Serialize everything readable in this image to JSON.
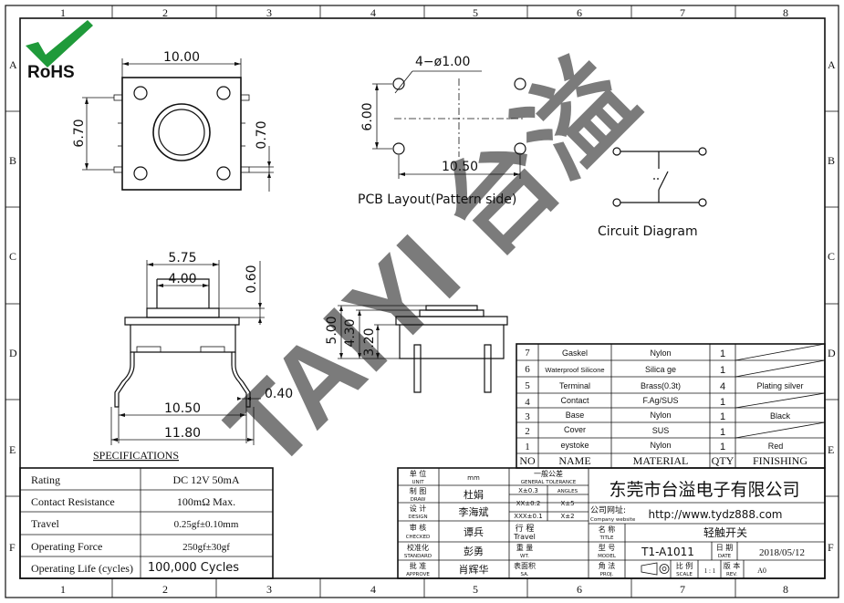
{
  "frame": {
    "columns": [
      "1",
      "2",
      "3",
      "4",
      "5",
      "6",
      "7",
      "8"
    ],
    "rows": [
      "A",
      "B",
      "C",
      "D",
      "E",
      "F"
    ]
  },
  "logo": {
    "text": "RoHS",
    "check_color": "#1f9a3a",
    "text_color": "#1f9a3a"
  },
  "watermark": {
    "text": "TAIYI 台溢",
    "color": "#9ec9ee"
  },
  "top_view": {
    "width": "10.00",
    "height": "6.70",
    "pin": "0.70"
  },
  "pcb_layout": {
    "holes": "4−ø1.00",
    "pitch_y": "6.00",
    "pitch_x": "10.50",
    "caption": "PCB Layout(Pattern side)"
  },
  "circuit": {
    "caption": "Circuit Diagram"
  },
  "front_view": {
    "cap_width": "5.75",
    "stem_width": "4.00",
    "stem_height": "0.60",
    "lead_span": "10.50",
    "overall": "11.80",
    "lead_thickness": "0.40"
  },
  "side_view": {
    "h_total": "5.00",
    "h_body": "4.30",
    "h_base": "3.20"
  },
  "specifications": {
    "heading": "SPECIFICATIONS",
    "rows": [
      {
        "label": "Rating",
        "value": "DC 12V 50mA"
      },
      {
        "label": "Contact Resistance",
        "value": "100mΩ Max."
      },
      {
        "label": "Travel",
        "value": "0.25gf±0.10mm"
      },
      {
        "label": "Operating Force",
        "value": "250gf±30gf"
      },
      {
        "label": "Operating Life (cycles)",
        "value": "100,000 Cycles"
      }
    ]
  },
  "bom": {
    "headers": {
      "no": "NO",
      "name": "NAME",
      "material": "MATERIAL",
      "qty": "QTY",
      "finishing": "FINISHING"
    },
    "rows": [
      {
        "no": "7",
        "name": "Gaskel",
        "material": "Nylon",
        "qty": "1",
        "finishing": ""
      },
      {
        "no": "6",
        "name": "Waterproof Silicone",
        "material": "Silica ge",
        "qty": "1",
        "finishing": ""
      },
      {
        "no": "5",
        "name": "Terminal",
        "material": "Brass(0.3t)",
        "qty": "4",
        "finishing": "Plating silver"
      },
      {
        "no": "4",
        "name": "Contact",
        "material": "F.Ag/SUS",
        "qty": "1",
        "finishing": ""
      },
      {
        "no": "3",
        "name": "Base",
        "material": "Nylon",
        "qty": "1",
        "finishing": "Black"
      },
      {
        "no": "2",
        "name": "Cover",
        "material": "SUS",
        "qty": "1",
        "finishing": ""
      },
      {
        "no": "1",
        "name": "eystoke",
        "material": "Nylon",
        "qty": "1",
        "finishing": "Red"
      }
    ]
  },
  "title_block": {
    "unit_label": "单 位",
    "unit_en": "UNIT",
    "unit_value": "mm",
    "draw_label": "制 图",
    "draw_en": "DRAW",
    "draw_value": "杜娟",
    "design_label": "设 计",
    "design_en": "DESIGN",
    "design_value": "李海斌",
    "checked_label": "审 核",
    "checked_en": "CHECKED",
    "checked_value": "谭兵",
    "standard_label": "校准化",
    "standard_en": "STANDARD",
    "standard_value": "彭勇",
    "approve_label": "批 准",
    "approve_en": "APPROVE",
    "approve_value": "肖辉华",
    "tolerance_label": "一般公差",
    "tolerance_en": "GENERAL TOLERANCE",
    "tol_col1": "X±0.3",
    "tol_col2": "ANGLES",
    "tol_r1": "XX±0.2",
    "tol_r1b": "X±5",
    "tol_r2": "XXX±0.1",
    "tol_r2b": "X±2",
    "travel_label": "行 程",
    "travel_value": "Travel",
    "weight_label": "重 量",
    "weight_en": "WT.",
    "surface_label": "表面积",
    "surface_en": "SA.",
    "company": "东莞市台溢电子有限公司",
    "website_label": "公司网址:",
    "website_en": "Company website",
    "website": "http://www.tydz888.com",
    "name_label": "名 称",
    "name_en": "TITLE",
    "name_value": "轻触开关",
    "model_label": "型 号",
    "model_en": "MODEL",
    "model_value": "T1-A1011",
    "date_label": "日 期",
    "date_en": "DATE",
    "date_value": "2018/05/12",
    "proj_label": "角 法",
    "proj_en": "PROJ.",
    "scale_label": "比 例",
    "scale_en": "SCALE",
    "scale_value": "1 : 1",
    "rev_label": "版 本",
    "rev_en": "REV.",
    "rev_value": "A0"
  }
}
